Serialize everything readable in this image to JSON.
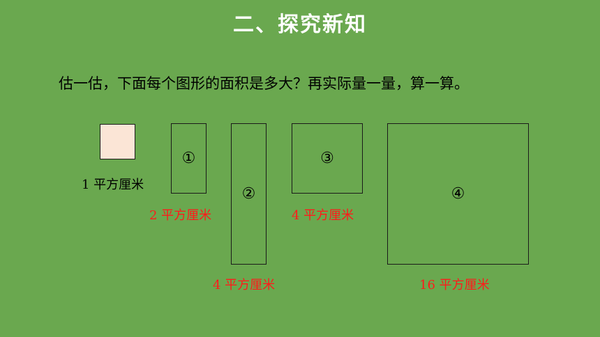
{
  "title": "二、探究新知",
  "prompt": "估一估，下面每个图形的面积是多大？再实际量一量，算一算。",
  "unit_square": {
    "label": "1 平方厘米",
    "fill_color": "#fbe5d6"
  },
  "shapes": [
    {
      "number": "①",
      "area": "2 平方厘米"
    },
    {
      "number": "②",
      "area": "4 平方厘米"
    },
    {
      "number": "③",
      "area": "4 平方厘米"
    },
    {
      "number": "④",
      "area": "16 平方厘米"
    }
  ],
  "colors": {
    "background": "#6aa84f",
    "title": "#ffffff",
    "answer": "#ff1a1a"
  }
}
